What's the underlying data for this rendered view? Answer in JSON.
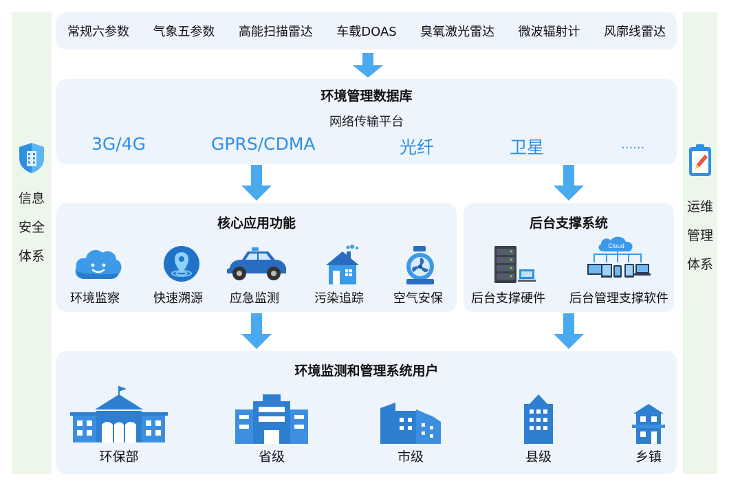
{
  "colors": {
    "accent": "#2f8fe3",
    "arrow": "#4aaaf0",
    "panel": "#edf4fc",
    "side_panel": "#edf6ea",
    "building": "#2f7fd0"
  },
  "left_side": {
    "label_lines": [
      "信息",
      "安全",
      "体系"
    ],
    "icon": "shield-building-icon"
  },
  "right_side": {
    "label_lines": [
      "运维",
      "管理",
      "体系"
    ],
    "icon": "clipboard-pencil-icon"
  },
  "sensors": [
    "常规六参数",
    "气象五参数",
    "高能扫描雷达",
    "车载DOAS",
    "臭氧激光雷达",
    "微波辐射计",
    "风廓线雷达"
  ],
  "database": {
    "title": "环境管理数据库",
    "subtitle": "网络传输平台",
    "networks": [
      "3G/4G",
      "GPRS/CDMA",
      "光纤",
      "卫星",
      "......"
    ]
  },
  "core": {
    "title": "核心应用功能",
    "functions": [
      {
        "label": "环境监察",
        "icon": "cloud-face-icon"
      },
      {
        "label": "快速溯源",
        "icon": "location-pin-icon"
      },
      {
        "label": "应急监测",
        "icon": "police-car-icon"
      },
      {
        "label": "污染追踪",
        "icon": "factory-house-icon"
      },
      {
        "label": "空气安保",
        "icon": "fan-machine-icon"
      }
    ]
  },
  "backend": {
    "title": "后台支撑系统",
    "items": [
      {
        "label": "后台支撑硬件",
        "icon": "server-rack-icon"
      },
      {
        "label": "后台管理支撑软件",
        "icon": "cloud-devices-icon"
      }
    ],
    "cloud_text": "Cloud"
  },
  "users": {
    "title": "环境监测和管理系统用户",
    "levels": [
      {
        "label": "环保部",
        "icon": "ministry-building-icon"
      },
      {
        "label": "省级",
        "icon": "province-building-icon"
      },
      {
        "label": "市级",
        "icon": "city-building-icon"
      },
      {
        "label": "县级",
        "icon": "county-building-icon"
      },
      {
        "label": "乡镇",
        "icon": "town-building-icon"
      }
    ]
  }
}
